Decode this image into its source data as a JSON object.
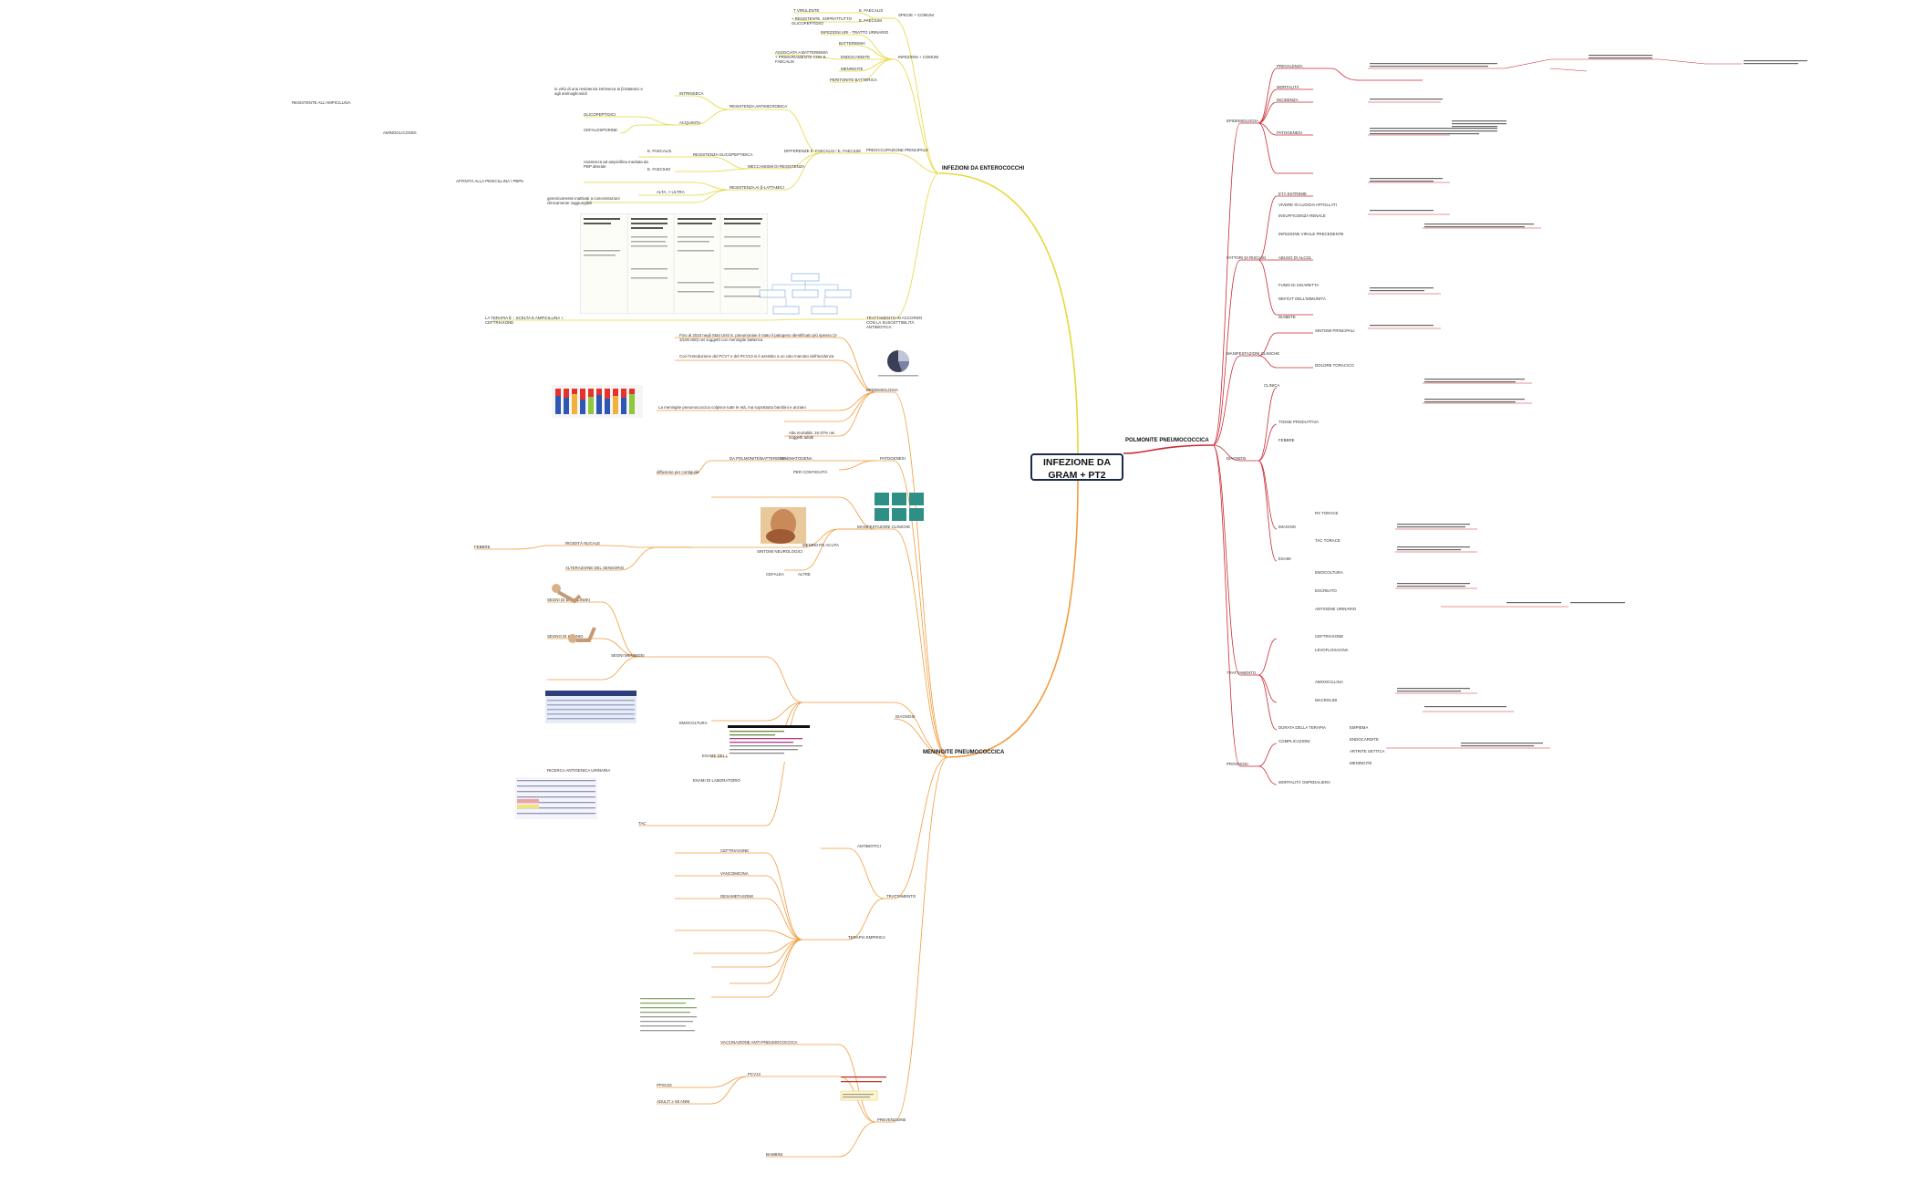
{
  "root": {
    "title": "INFEZIONE DA GRAM + PT2"
  },
  "colors": {
    "enterococchi": "#e4d93a",
    "meningite": "#f29c3d",
    "polmonite": "#cc2a36",
    "root_border": "#1b2a4a"
  },
  "branches": {
    "enterococchi": {
      "label": "INFEZIONI DA ENTEROCOCCHI",
      "nodes": [
        "SPECIE + COMUNI",
        "E. FAECALIS",
        "E. FAECIUM",
        "T VIRULENTE",
        "+ RESISTENTE, SOPRATTUTTO GLICOPEPTIDICI",
        "INFEZIONI + COMUNI",
        "INFEZIONI URI - TRATTO URINARIO",
        "BATTERIEMIA",
        "ENDOCARDITE",
        "MENINGITE",
        "PERITONITE BATTERICA",
        "ASSOCIATA A BATTERIEMIA + PRIMARIAMENTE CON E. FAECALIS",
        "PREOCCUPAZIONE PRINCIPALE",
        "RESISTENZA ANTIMICROBICA",
        "INTRINSECA",
        "ACQUISITA",
        "GLICOPEPTIDICI",
        "CEFALOSPORINE",
        "AMINOGLICOSIDI",
        "RESISTENTE ALL'AMPICILLINA",
        "DIFFERENZE E. FAECALIS / E. FAECIUM",
        "MECCANISMI DI RESISTENZA",
        "RESISTENZA GLICOPEPTIDICA",
        "RESISTENZA AI β-LATTAMICI",
        "E. FAECALIS",
        "E. FAECIUM",
        "ALTA, > ULTRA",
        "AFFINITÀ ALLA PENICILLINA / PBP5",
        "in virtù di una resistenza intrinseca ai β-lattamici e agli aminoglicosidi",
        "genericamente inattivati a concentrazioni clinicamente raggiungibili",
        "resistenza ad ampicillina mediata da PBP alterate",
        "TRATTAMENTO IN ACCORDO CON LA SUSCETTIBILITÀ ANTIBIOTICA",
        "LA TERAPIA È ↑ SCELTA E AMPICILLINA + CEFTRIAXONE"
      ]
    },
    "meningite": {
      "label": "MENINGITE PNEUMOCOCCICA",
      "nodes": [
        "EPIDEMIOLOGIA",
        "Fino al 2010 negli Stati Uniti S. pneumoniae è stato il patogeno identificato più spesso (2-3/100.000) nei soggetti con meningite batterica",
        "Con l'introduzione del PCV7 e del PCV13 si è assistito a un calo marcato dell'incidenza",
        "La meningite pneumococcica colpisce tutte le età, ma soprattutto bambini e anziani",
        "Alta mortalità: 16-37% nei soggetti adulti",
        "PATOGENESI",
        "DA POLMONITE/BATTERIEMIA",
        "VIA EMATOGENA",
        "PER CONTIGUITÀ",
        "diffusione per contiguità",
        "MANIFESTAZIONI CLINICHE",
        "MENINGITE ACUTA",
        "SINTOMI NEUROLOGICI",
        "CEFALEA",
        "RIGIDITÀ NUCALE",
        "FEBBRE",
        "ALTERAZIONE DEL SENSORIO",
        "ALTRE",
        "SEGNI DI BRUDZINSKI",
        "SEGNO DI KERNIG",
        "SEGNI MENINGEI",
        "DIAGNOSI",
        "ESAME DEL LIQUOR",
        "EMOCOLTURA",
        "RICERCA ANTIGENICA URINARIA",
        "ESAMI DI LABORATORIO",
        "TAC",
        "TRATTAMENTO",
        "ANTIBIOTICI",
        "CEFTRIAXONE",
        "VANCOMICINA",
        "DESAMETASONE",
        "TERAPIA EMPIRICA",
        "PREVENZIONE",
        "VACCINAZIONE ANTI-PNEUMOCOCCICA",
        "PCV13",
        "PPSV23",
        "ADULTI ≥ 65 ANNI",
        "BAMBINI"
      ]
    },
    "polmonite": {
      "label": "POLMONITE PNEUMOCOCCICA",
      "nodes": [
        "EPIDEMIOLOGIA",
        "PREVALENZA",
        "MORTALITÀ",
        "INCIDENZA",
        "PATOGENESI",
        "FATTORI DI RISCHIO",
        "ETÀ ESTREME",
        "VIVERE IN LUOGHI AFFOLLATI",
        "INSUFFICIENZA RENALE",
        "INFEZIONE VIRALE PRECEDENTE",
        "ABUSO DI ALCOL",
        "FUMO DI SIGARETTA",
        "DEFICIT DELL'IMMUNITÀ",
        "DIABETE",
        "MANIFESTAZIONI CLINICHE",
        "CLINICA",
        "SINTOMI PRINCIPALI",
        "DOLORE TORACICO",
        "TOSSE PRODUTTIVA",
        "FEBBRE",
        "DIAGNOSI",
        "IMAGING",
        "RX TORACE",
        "TAC TORACE",
        "ESAMI",
        "EMOCOLTURA",
        "ESCREATO",
        "ANTIGENE URINARIO",
        "TRATTAMENTO",
        "CEFTRIAXONE",
        "LEVOFLOXACINA",
        "AMOXICILLINA",
        "MACROLIDI",
        "DURATA DELLA TERAPIA",
        "PROGNOSI",
        "COMPLICAZIONI",
        "EMPIEMA",
        "ENDOCARDITE",
        "ARTRITE SETTICA",
        "MENINGITE",
        "MORTALITÀ OSPEDALIERA"
      ]
    }
  }
}
